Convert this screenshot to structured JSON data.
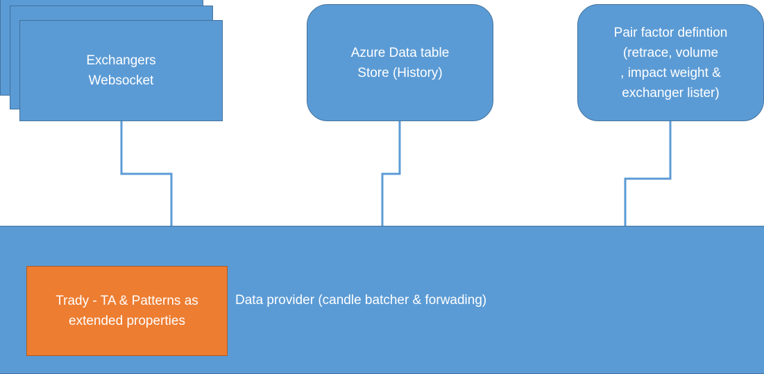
{
  "colors": {
    "box_fill": "#5b9bd5",
    "box_border": "#41719c",
    "accent_fill": "#ed7d31",
    "accent_border": "#ae5a21",
    "text": "#ffffff"
  },
  "nodes": {
    "exchangers": {
      "lines": [
        "Exchangers",
        "Websocket"
      ]
    },
    "azure": {
      "lines": [
        "Azure Data table",
        "Store (History)"
      ]
    },
    "pair_factor": {
      "lines": [
        "Pair factor defintion",
        "(retrace, volume",
        ", impact weight &",
        "exchanger lister)"
      ]
    },
    "data_provider": {
      "label": "Data provider (candle batcher & forwading)"
    },
    "trady": {
      "lines": [
        "Trady - TA & Patterns as",
        "extended properties"
      ]
    }
  }
}
